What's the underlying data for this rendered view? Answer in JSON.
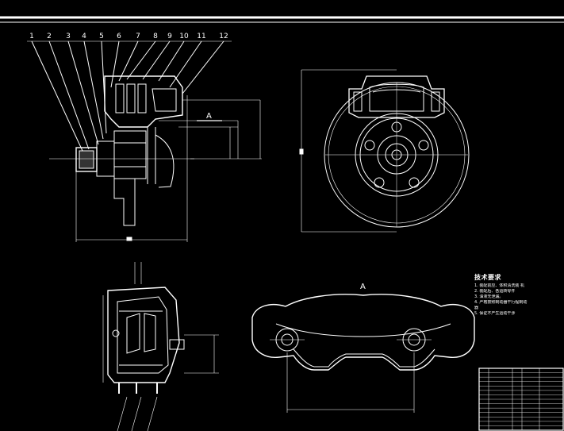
{
  "drawing": {
    "balloon_numbers": [
      "1",
      "2",
      "3",
      "4",
      "5",
      "6",
      "7",
      "8",
      "9",
      "10",
      "11",
      "12"
    ],
    "section_label_top": "A",
    "view_label_bottom": "A"
  },
  "tech_notes": {
    "title": "技术要求",
    "lines": [
      "1. 装配前应、体积清洗装 机",
      "2. 装配后、各运转零件",
      "3. 油液无泄漏。",
      "4. 严格按照制动器干行程制动",
      "   器",
      "5. 保证不产生运动干涉"
    ]
  },
  "title_block": {
    "rows": 14
  }
}
